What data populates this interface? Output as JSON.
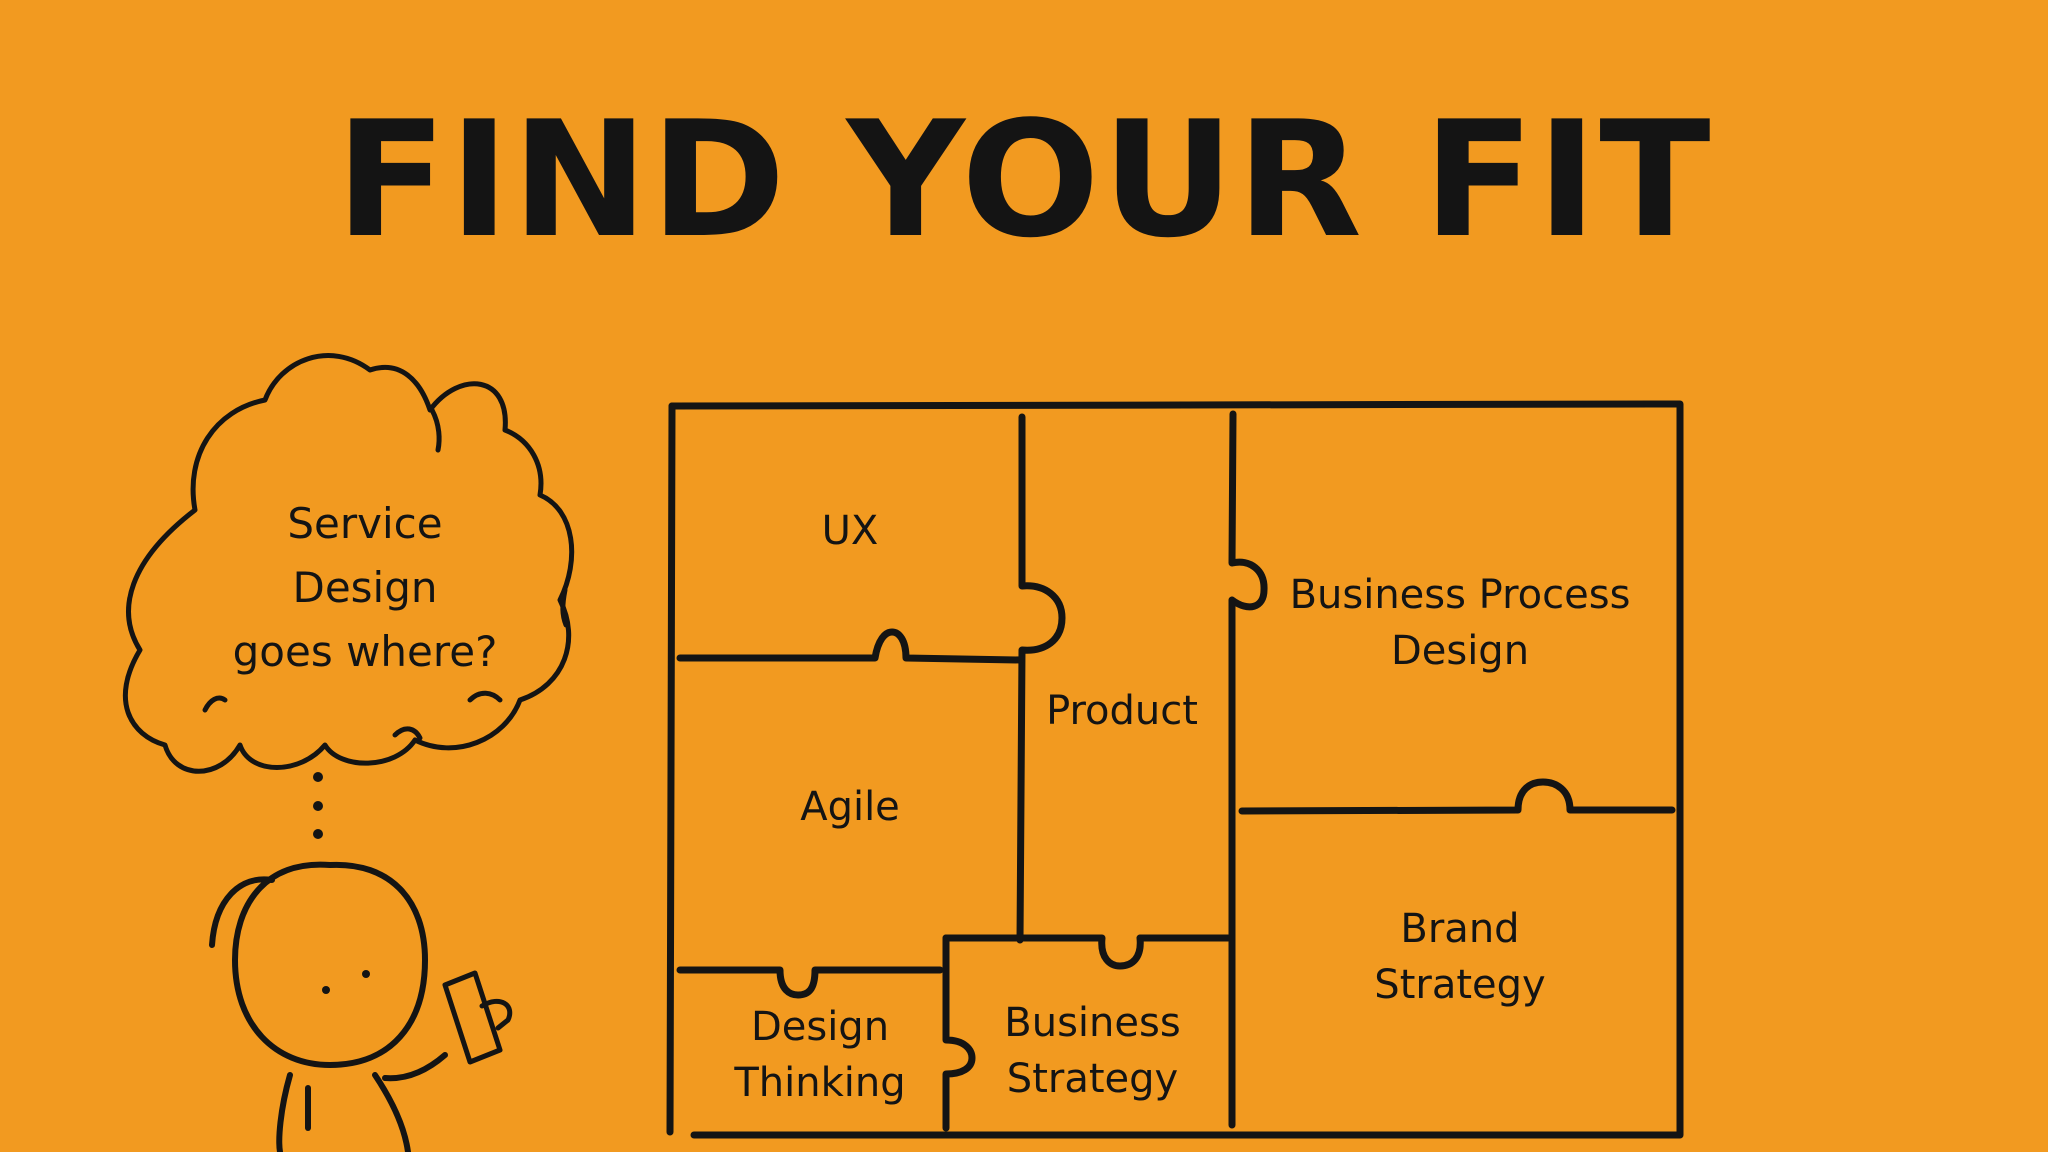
{
  "title": "FIND YOUR FIT",
  "thought": {
    "lines": [
      "Service",
      "Design",
      "goes where?"
    ]
  },
  "pieces": {
    "ux": "UX",
    "agile": "Agile",
    "product": "Product",
    "design_thinking": [
      "Design",
      "Thinking"
    ],
    "business_strategy": [
      "Business",
      "Strategy"
    ],
    "business_process_design": [
      "Business Process",
      "Design"
    ],
    "brand_strategy": [
      "Brand",
      "Strategy"
    ]
  },
  "colors": {
    "background": "#F29A20",
    "ink": "#141414"
  },
  "icons": [
    "thought-cloud-icon",
    "stick-figure-icon",
    "phone-icon",
    "puzzle-grid-icon"
  ]
}
